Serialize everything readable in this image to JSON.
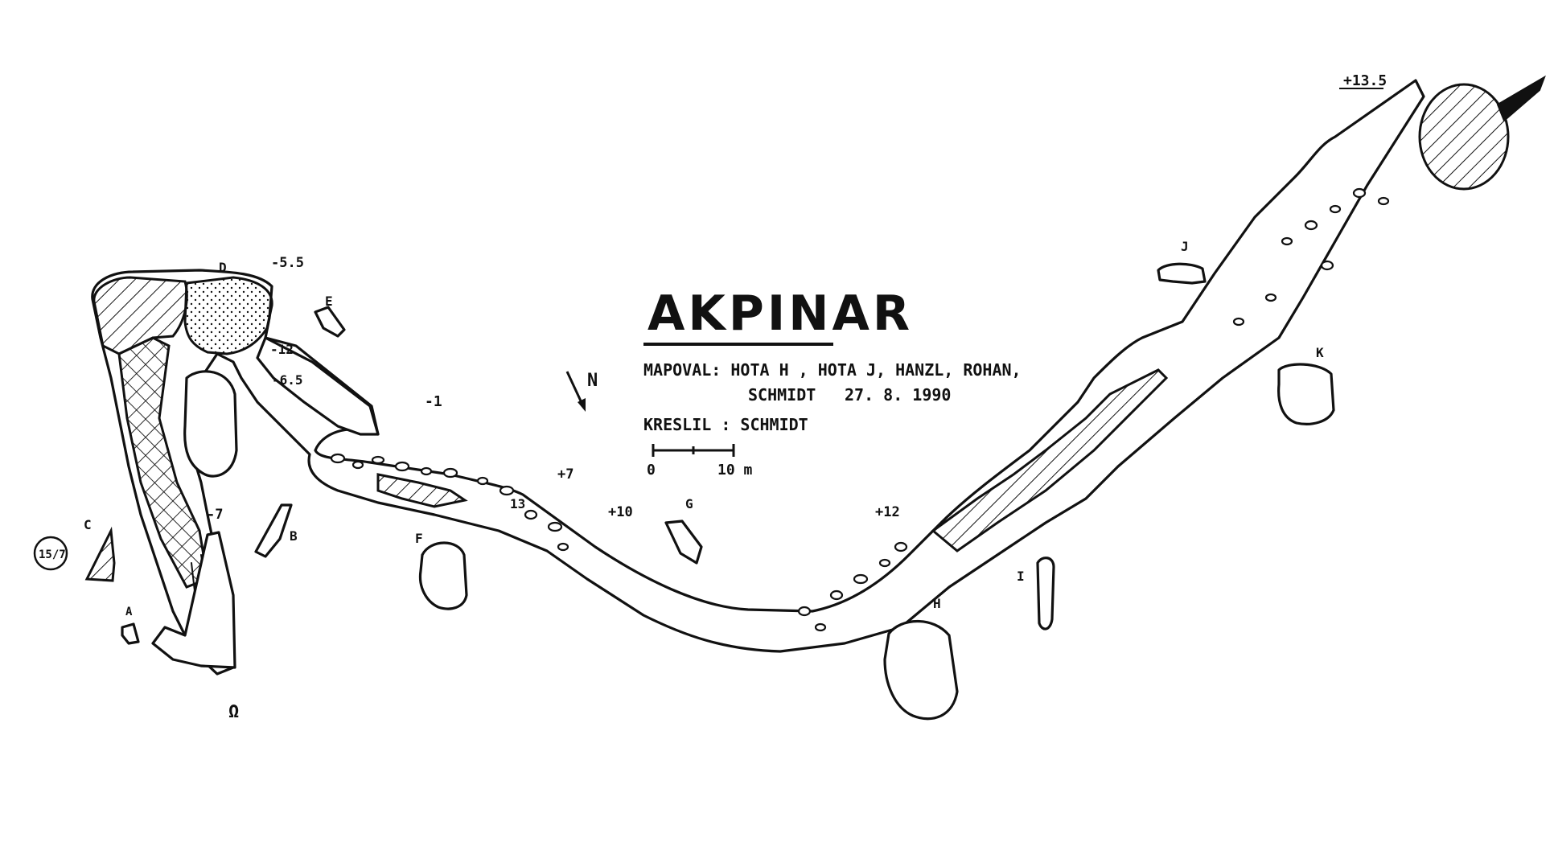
{
  "map": {
    "title": "AKPINAR",
    "credits_line1": "MAPOVAL: HOTA H , HOTA J, HANZL, ROHAN,",
    "credits_line2": "SCHMIDT",
    "date": "27. 8. 1990",
    "drafted_by": "KRESLIL : SCHMIDT",
    "north_label": "N",
    "scale": {
      "start_label": "0",
      "end_label": "10 m"
    },
    "depth_labels": [
      "+13.5",
      "-5.5",
      "-12",
      "-6.5",
      "-1",
      "+7",
      "13",
      "+10",
      "+12",
      "-7"
    ],
    "cross_section_labels": [
      "A",
      "B",
      "C",
      "D",
      "E",
      "F",
      "G",
      "H",
      "I",
      "J",
      "K"
    ],
    "circled_badge": "15/7",
    "entrance_symbol": "Ω"
  }
}
